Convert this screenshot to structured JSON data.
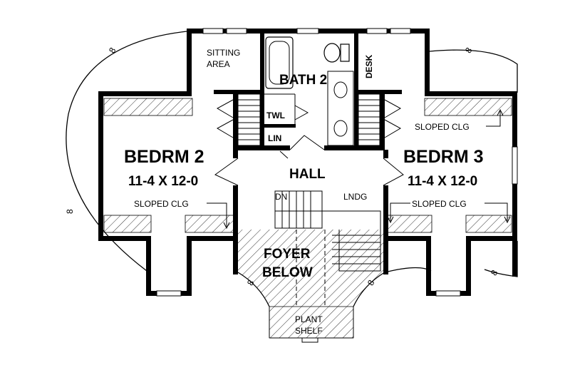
{
  "rooms": {
    "bedroom2_name": "BEDRM 2",
    "bedroom2_size": "11-4 X 12-0",
    "bedroom3_name": "BEDRM 3",
    "bedroom3_size": "11-4 X 12-0",
    "bath2": "BATH 2",
    "hall": "HALL",
    "sitting_line1": "SITTING",
    "sitting_line2": "AREA",
    "desk": "DESK",
    "towel": "TWL",
    "linen": "LIN",
    "foyer_line1": "FOYER",
    "foyer_line2": "BELOW",
    "plant_line1": "PLANT",
    "plant_line2": "SHELF"
  },
  "annotations": {
    "sloped_left": "SLOPED CLG",
    "sloped_right_upper": "SLOPED CLG",
    "sloped_right_lower": "SLOPED CLG",
    "stair_down": "DN",
    "landing": "LNDG"
  },
  "colors": {
    "ink": "#000000",
    "paper": "#ffffff"
  }
}
